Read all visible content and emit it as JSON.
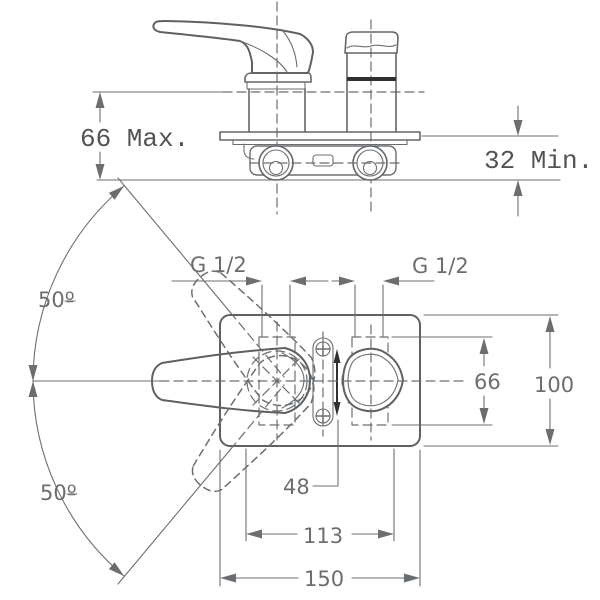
{
  "drawing": {
    "type": "faucet-installation-dimensions",
    "units": "mm"
  },
  "side_view": {
    "dim_max": "66 Max.",
    "dim_min": "32 Min."
  },
  "plan_view": {
    "thread_left": "G 1/2",
    "thread_right": "G 1/2",
    "angle_upper": "50º",
    "angle_lower": "50º",
    "dim_fitting_height": "66",
    "dim_plate_height": "100",
    "dim_screw_spacing": "48",
    "dim_span": "113",
    "dim_plate_width": "150"
  },
  "colors": {
    "background": "#ffffff",
    "line_gray": "#6b6e71",
    "outline_gray": "#5e6164",
    "text_dark": "#515356",
    "accent_black": "#2e3032"
  }
}
